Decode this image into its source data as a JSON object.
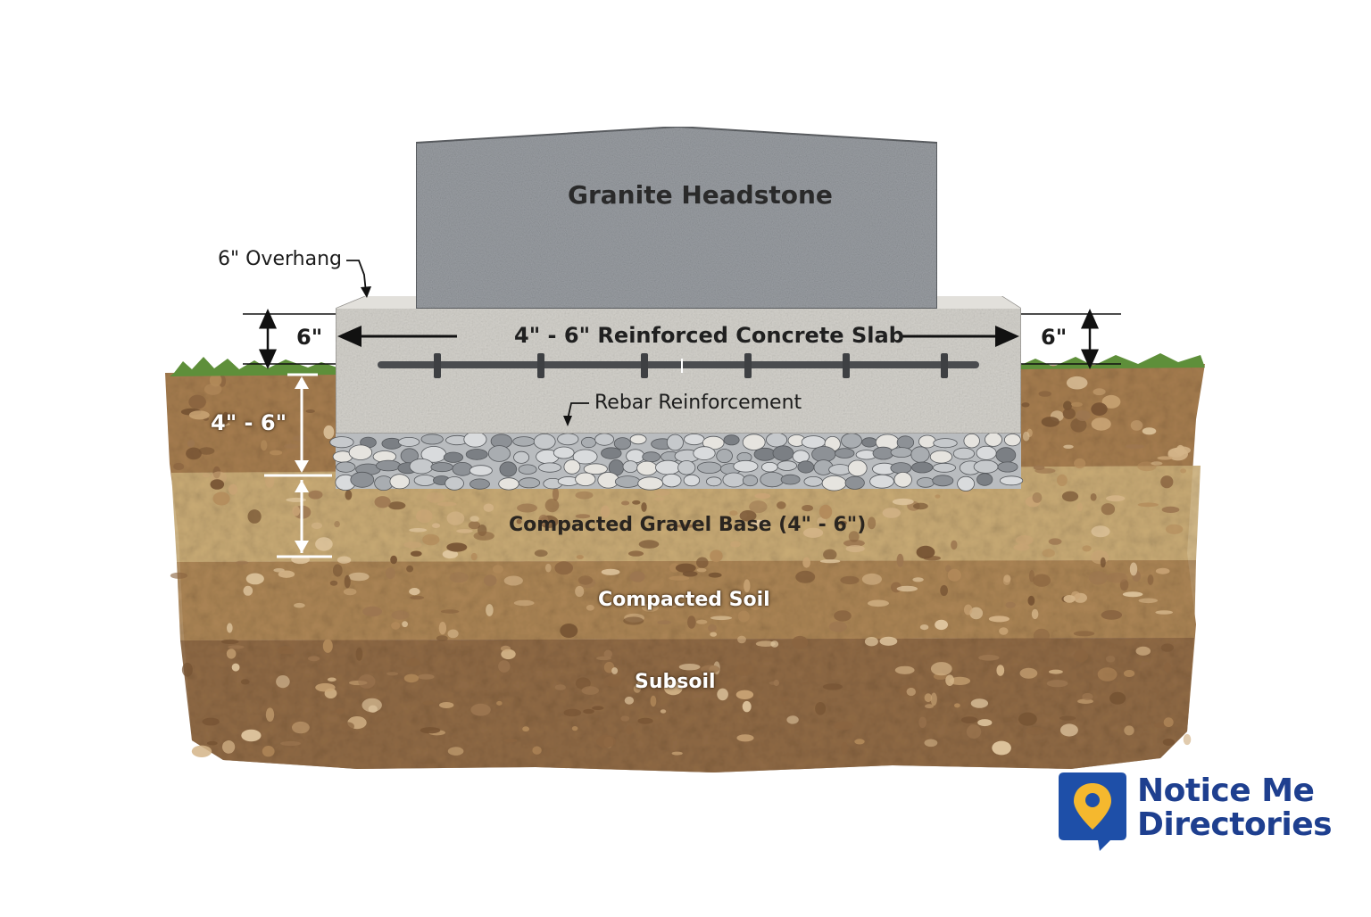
{
  "labels": {
    "headstone": "Granite Headstone",
    "overhang": "6\" Overhang",
    "slab": "4\" - 6\" Reinforced Concrete Slab",
    "rebar": "Rebar Reinforcement",
    "gravel": "Compacted Gravel Base (4\" - 6\")",
    "soil": "Compacted Soil",
    "subsoil": "Subsoil"
  },
  "dimensions": {
    "slab_left": "6\"",
    "slab_right": "6\"",
    "depth_left": "4\" - 6\""
  },
  "brand": {
    "line1": "Notice Me",
    "line2": "Directories"
  },
  "colors": {
    "granite": "#9a9ea3",
    "concrete": "#d2d0ca",
    "gravel": "#b9bcbf",
    "gravel_base": "#cdb07a",
    "soil": "#a67d4f",
    "subsoil": "#8f6a45",
    "grass": "#5e8f3a",
    "brand_blue": "#1e4fa8",
    "brand_yellow": "#f5b82e"
  }
}
